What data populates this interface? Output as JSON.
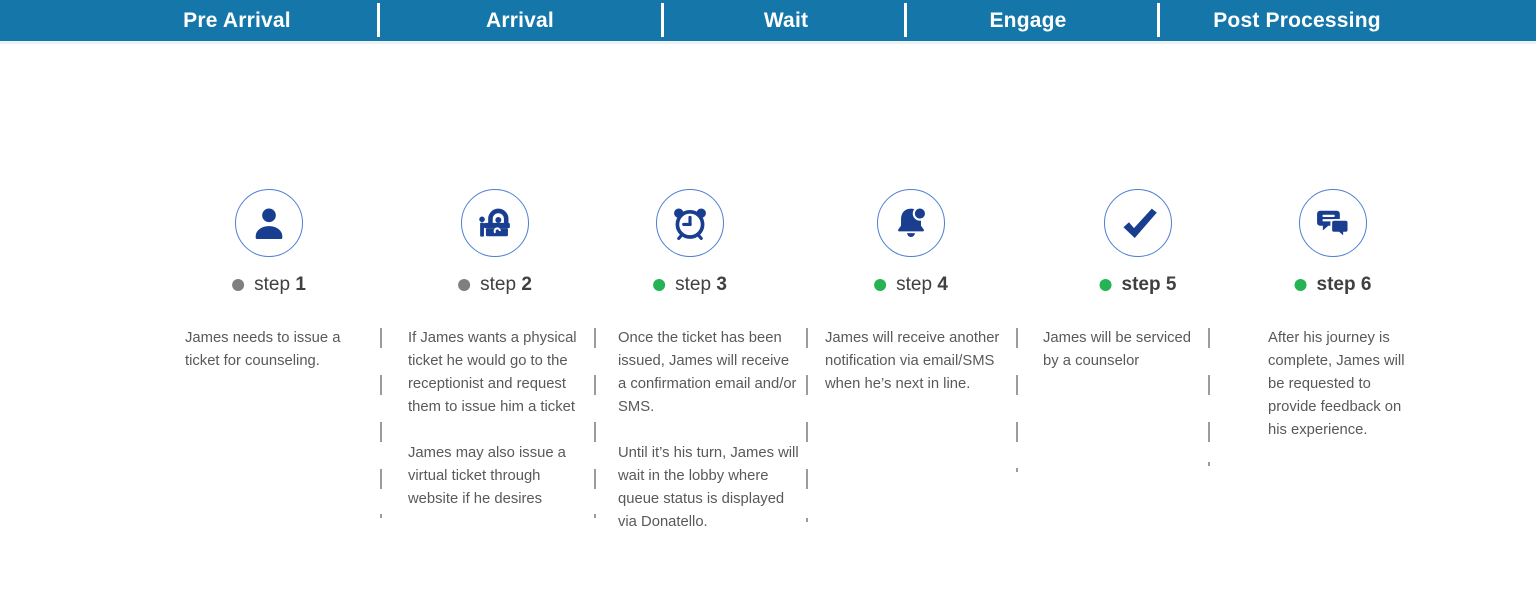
{
  "header": {
    "phases": [
      {
        "label": "Pre Arrival"
      },
      {
        "label": "Arrival"
      },
      {
        "label": "Wait"
      },
      {
        "label": "Engage"
      },
      {
        "label": "Post Processing"
      }
    ]
  },
  "steps": [
    {
      "icon": "person-icon",
      "bullet_color": "#7f7f7f",
      "label": "step",
      "number": "1",
      "paragraphs": [
        "James needs to issue a ticket for counseling."
      ]
    },
    {
      "icon": "reception-desk-icon",
      "bullet_color": "#7f7f7f",
      "label": "step",
      "number": "2",
      "paragraphs": [
        "If James wants a physical ticket he would go to the receptionist and request them to issue him a ticket",
        "James may also issue a virtual ticket through website if he desires"
      ]
    },
    {
      "icon": "alarm-clock-icon",
      "bullet_color": "#26b356",
      "label": "step",
      "number": "3",
      "paragraphs": [
        "Once the ticket has been issued, James will receive a confirmation email and/or SMS.",
        "Until it’s his turn, James will wait in the lobby where queue status is displayed via Donatello."
      ]
    },
    {
      "icon": "notification-bell-icon",
      "bullet_color": "#26b356",
      "label": "step",
      "number": "4",
      "paragraphs": [
        "James will receive another notification via email/SMS when he’s next in line."
      ]
    },
    {
      "icon": "checkmark-icon",
      "bullet_color": "#26b356",
      "label": "step",
      "number": "5",
      "paragraphs": [
        "James will be serviced by a counselor"
      ]
    },
    {
      "icon": "chat-feedback-icon",
      "bullet_color": "#26b356",
      "label": "step",
      "number": "6",
      "paragraphs": [
        "After his journey is complete, James will be requested to provide feedback on his experience."
      ]
    }
  ],
  "colors": {
    "header_bg": "#1577a9",
    "header_text": "#ffffff",
    "icon_blue": "#1a3e8f",
    "icon_circle_stroke": "#4d7fd3",
    "bullet_gray": "#7f7f7f",
    "bullet_green": "#26b356",
    "body_text": "#58595b",
    "separator": "#9b9b9b"
  }
}
